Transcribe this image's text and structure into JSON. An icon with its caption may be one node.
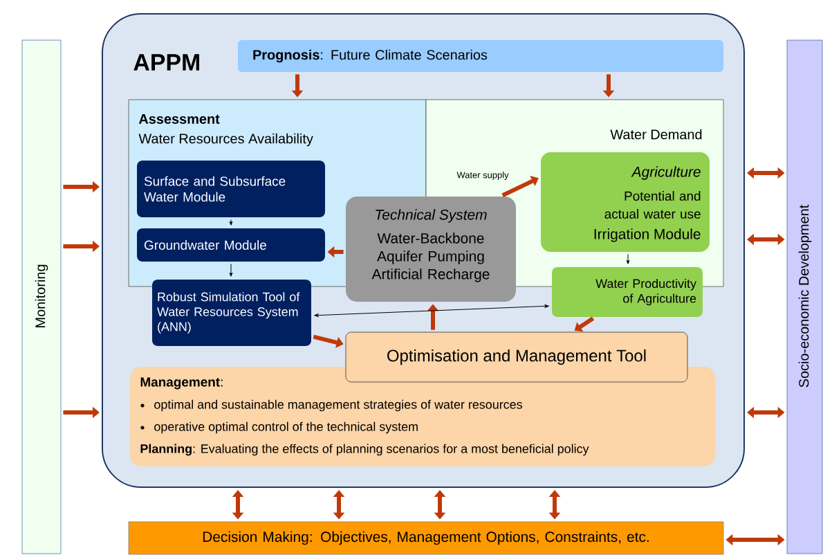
{
  "diagram": {
    "nodes": [
      {
        "text": [
          "Monitoring"
        ]
      },
      {
        "text": [
          "Socio-economic Development"
        ]
      },
      {
        "text": [
          "APPM"
        ]
      },
      {
        "text": [
          "**Prognosis**: Future Climate Scenarios"
        ],
        "in": 2
      },
      {
        "text": [
          "Assessment",
          "Water Resources Availability"
        ],
        "in": 2
      },
      {
        "text": [
          "Water Demand"
        ],
        "in": 2
      },
      {
        "text": [
          "Surface and Subsurface Water Module"
        ],
        "in": 4
      },
      {
        "text": [
          "Groundwater Module"
        ],
        "in": 4
      },
      {
        "text": [
          "Robust Simulation Tool of Water Resources System (ANN)"
        ],
        "in": 2
      },
      {
        "text": [
          "Technical System",
          "Water-Backbone Aquifer Pumping Artificial Recharge"
        ],
        "in": 2
      },
      {
        "text": [
          "Agriculture",
          "Potential and actual water use",
          "Irrigation Module"
        ],
        "in": 5
      },
      {
        "text": [
          "Water Productivity of Agriculture"
        ],
        "in": 2
      },
      {
        "text": [
          "**Management**:",
          "optimal and sustainable management strategies of water resources",
          "operative optimal control of the technical system",
          "**Planning**: Evaluating the effects of planning scenarios for a most beneficial policy"
        ],
        "in": 2
      },
      {
        "text": [
          "Optimisation and Management Tool"
        ],
        "in": 2
      },
      {
        "text": [
          "Decision Making: Objectives, Management Options, Constraints, etc."
        ]
      }
    ],
    "edges": [
      {
        "from": 3,
        "to": 4,
        "arrow": "to"
      },
      {
        "from": 3,
        "to": 5,
        "arrow": "to"
      },
      {
        "from": 0,
        "to": 2,
        "arrow": "to"
      },
      {
        "from": 0,
        "to": 2,
        "arrow": "to"
      },
      {
        "from": 0,
        "to": 2,
        "arrow": "to"
      },
      {
        "from": 2,
        "to": 1,
        "arrow": "both"
      },
      {
        "from": 2,
        "to": 1,
        "arrow": "both"
      },
      {
        "from": 2,
        "to": 1,
        "arrow": "both"
      },
      {
        "from": 14,
        "to": 1,
        "arrow": "both"
      },
      {
        "from": 2,
        "to": 14,
        "arrow": "both"
      },
      {
        "from": 2,
        "to": 14,
        "arrow": "both"
      },
      {
        "from": 2,
        "to": 14,
        "arrow": "both"
      },
      {
        "from": 2,
        "to": 14,
        "arrow": "both"
      },
      {
        "from": 9,
        "to": 7,
        "arrow": "to"
      },
      {
        "from": 9,
        "to": 10,
        "arrow": "to",
        "label": "Water supply"
      },
      {
        "from": 13,
        "to": 9,
        "arrow": "to"
      },
      {
        "from": 8,
        "to": 13,
        "arrow": "to"
      },
      {
        "from": 11,
        "to": 13,
        "arrow": "to"
      },
      {
        "from": 6,
        "to": 7,
        "arrow": "to",
        "color": "#000000"
      },
      {
        "from": 7,
        "to": 8,
        "arrow": "to",
        "color": "#000000"
      },
      {
        "from": 10,
        "to": 11,
        "arrow": "to",
        "color": "#000000"
      },
      {
        "from": 11,
        "to": 8,
        "arrow": "both",
        "color": "#000000"
      }
    ]
  }
}
